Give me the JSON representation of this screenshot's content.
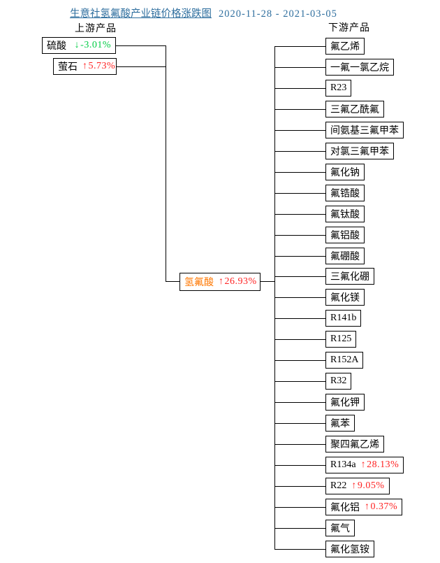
{
  "title": {
    "text": "生意社氢氟酸产业链价格涨跌图",
    "date_range": "2020-11-28 - 2021-03-05"
  },
  "headers": {
    "upstream": "上游产品",
    "downstream": "下游产品"
  },
  "colors": {
    "title_blue": "#2E6E9E",
    "up_red": "#FF2222",
    "down_green": "#00CC44",
    "center_orange": "#FF7700"
  },
  "upstream_nodes": [
    {
      "name": "硫酸",
      "arrow": "↓",
      "change": "-3.01%",
      "direction": "down"
    },
    {
      "name": "萤石",
      "arrow": "↑",
      "change": "5.73%",
      "direction": "up"
    }
  ],
  "center_node": {
    "name": "氢氟酸",
    "arrow": "↑",
    "change": "26.93%",
    "direction": "up"
  },
  "downstream_nodes": [
    {
      "name": "氟乙烯"
    },
    {
      "name": "一氟一氯乙烷"
    },
    {
      "name": "R23"
    },
    {
      "name": "三氟乙酰氟"
    },
    {
      "name": "间氨基三氟甲苯"
    },
    {
      "name": "对氯三氟甲苯"
    },
    {
      "name": "氟化钠"
    },
    {
      "name": "氟锆酸"
    },
    {
      "name": "氟钛酸"
    },
    {
      "name": "氟铝酸"
    },
    {
      "name": "氟硼酸"
    },
    {
      "name": "三氟化硼"
    },
    {
      "name": "氟化镁"
    },
    {
      "name": "R141b"
    },
    {
      "name": "R125"
    },
    {
      "name": "R152A"
    },
    {
      "name": "R32"
    },
    {
      "name": "氟化钾"
    },
    {
      "name": "氟苯"
    },
    {
      "name": "聚四氟乙烯"
    },
    {
      "name": "R134a",
      "arrow": "↑",
      "change": "28.13%",
      "direction": "up"
    },
    {
      "name": "R22",
      "arrow": "↑",
      "change": "9.05%",
      "direction": "up"
    },
    {
      "name": "氟化铝",
      "arrow": "↑",
      "change": "0.37%",
      "direction": "up"
    },
    {
      "name": "氟气"
    },
    {
      "name": "氟化氢铵"
    }
  ]
}
